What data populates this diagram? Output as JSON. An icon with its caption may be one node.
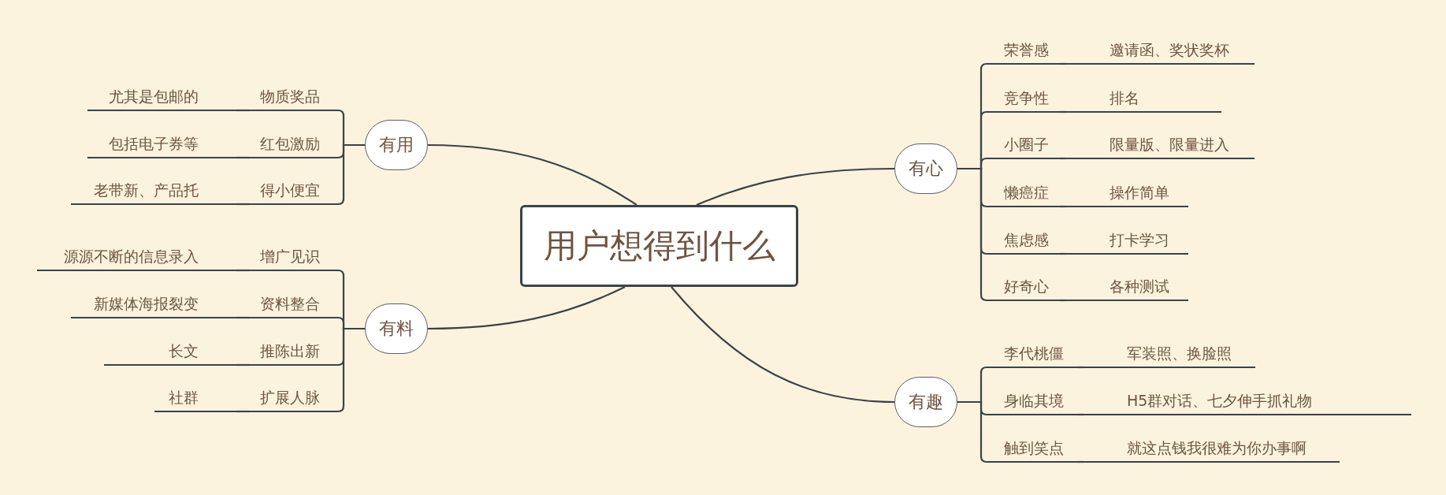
{
  "diagram": {
    "nodes": [
      {
        "text": [
          "用户想得到什么"
        ]
      },
      {
        "text": [
          "有用"
        ]
      },
      {
        "text": [
          "物质奖品"
        ]
      },
      {
        "text": [
          "尤其是包邮的"
        ]
      },
      {
        "text": [
          "红包激励"
        ]
      },
      {
        "text": [
          "包括电子券等"
        ]
      },
      {
        "text": [
          "得小便宜"
        ]
      },
      {
        "text": [
          "老带新、产品托"
        ]
      },
      {
        "text": [
          "有料"
        ]
      },
      {
        "text": [
          "增广见识"
        ]
      },
      {
        "text": [
          "源源不断的信息录入"
        ]
      },
      {
        "text": [
          "资料整合"
        ]
      },
      {
        "text": [
          "新媒体海报裂变"
        ]
      },
      {
        "text": [
          "推陈出新"
        ]
      },
      {
        "text": [
          "长文"
        ]
      },
      {
        "text": [
          "扩展人脉"
        ]
      },
      {
        "text": [
          "社群"
        ]
      },
      {
        "text": [
          "有心"
        ]
      },
      {
        "text": [
          "荣誉感"
        ]
      },
      {
        "text": [
          "邀请函、奖状奖杯"
        ]
      },
      {
        "text": [
          "竞争性"
        ]
      },
      {
        "text": [
          "排名"
        ]
      },
      {
        "text": [
          "小圈子"
        ]
      },
      {
        "text": [
          "限量版、限量进入"
        ]
      },
      {
        "text": [
          "懒癌症"
        ]
      },
      {
        "text": [
          "操作简单"
        ]
      },
      {
        "text": [
          "焦虑感"
        ]
      },
      {
        "text": [
          "打卡学习"
        ]
      },
      {
        "text": [
          "好奇心"
        ]
      },
      {
        "text": [
          "各种测试"
        ]
      },
      {
        "text": [
          "有趣"
        ]
      },
      {
        "text": [
          "李代桃僵"
        ]
      },
      {
        "text": [
          "军装照、换脸照"
        ]
      },
      {
        "text": [
          "身临其境"
        ]
      },
      {
        "text": [
          "H5群对话、七夕伸手抓礼物"
        ]
      },
      {
        "text": [
          "触到笑点"
        ]
      },
      {
        "text": [
          "就这点钱我很难为你办事啊"
        ]
      }
    ],
    "edges": [
      {
        "from": 0,
        "to": 1,
        "arrow": "none"
      },
      {
        "from": 0,
        "to": 8,
        "arrow": "none"
      },
      {
        "from": 0,
        "to": 17,
        "arrow": "none"
      },
      {
        "from": 0,
        "to": 30,
        "arrow": "none"
      },
      {
        "from": 1,
        "to": 2,
        "arrow": "none"
      },
      {
        "from": 2,
        "to": 3,
        "arrow": "none"
      },
      {
        "from": 1,
        "to": 4,
        "arrow": "none"
      },
      {
        "from": 4,
        "to": 5,
        "arrow": "none"
      },
      {
        "from": 1,
        "to": 6,
        "arrow": "none"
      },
      {
        "from": 6,
        "to": 7,
        "arrow": "none"
      },
      {
        "from": 8,
        "to": 9,
        "arrow": "none"
      },
      {
        "from": 9,
        "to": 10,
        "arrow": "none"
      },
      {
        "from": 8,
        "to": 11,
        "arrow": "none"
      },
      {
        "from": 11,
        "to": 12,
        "arrow": "none"
      },
      {
        "from": 8,
        "to": 13,
        "arrow": "none"
      },
      {
        "from": 13,
        "to": 14,
        "arrow": "none"
      },
      {
        "from": 8,
        "to": 15,
        "arrow": "none"
      },
      {
        "from": 15,
        "to": 16,
        "arrow": "none"
      },
      {
        "from": 17,
        "to": 18,
        "arrow": "none"
      },
      {
        "from": 18,
        "to": 19,
        "arrow": "none"
      },
      {
        "from": 17,
        "to": 20,
        "arrow": "none"
      },
      {
        "from": 20,
        "to": 21,
        "arrow": "none"
      },
      {
        "from": 17,
        "to": 22,
        "arrow": "none"
      },
      {
        "from": 22,
        "to": 23,
        "arrow": "none"
      },
      {
        "from": 17,
        "to": 24,
        "arrow": "none"
      },
      {
        "from": 24,
        "to": 25,
        "arrow": "none"
      },
      {
        "from": 17,
        "to": 26,
        "arrow": "none"
      },
      {
        "from": 26,
        "to": 27,
        "arrow": "none"
      },
      {
        "from": 17,
        "to": 28,
        "arrow": "none"
      },
      {
        "from": 28,
        "to": 29,
        "arrow": "none"
      },
      {
        "from": 30,
        "to": 31,
        "arrow": "none"
      },
      {
        "from": 31,
        "to": 32,
        "arrow": "none"
      },
      {
        "from": 30,
        "to": 33,
        "arrow": "none"
      },
      {
        "from": 33,
        "to": 34,
        "arrow": "none"
      },
      {
        "from": 30,
        "to": 35,
        "arrow": "none"
      },
      {
        "from": 35,
        "to": 36,
        "arrow": "none"
      }
    ]
  }
}
